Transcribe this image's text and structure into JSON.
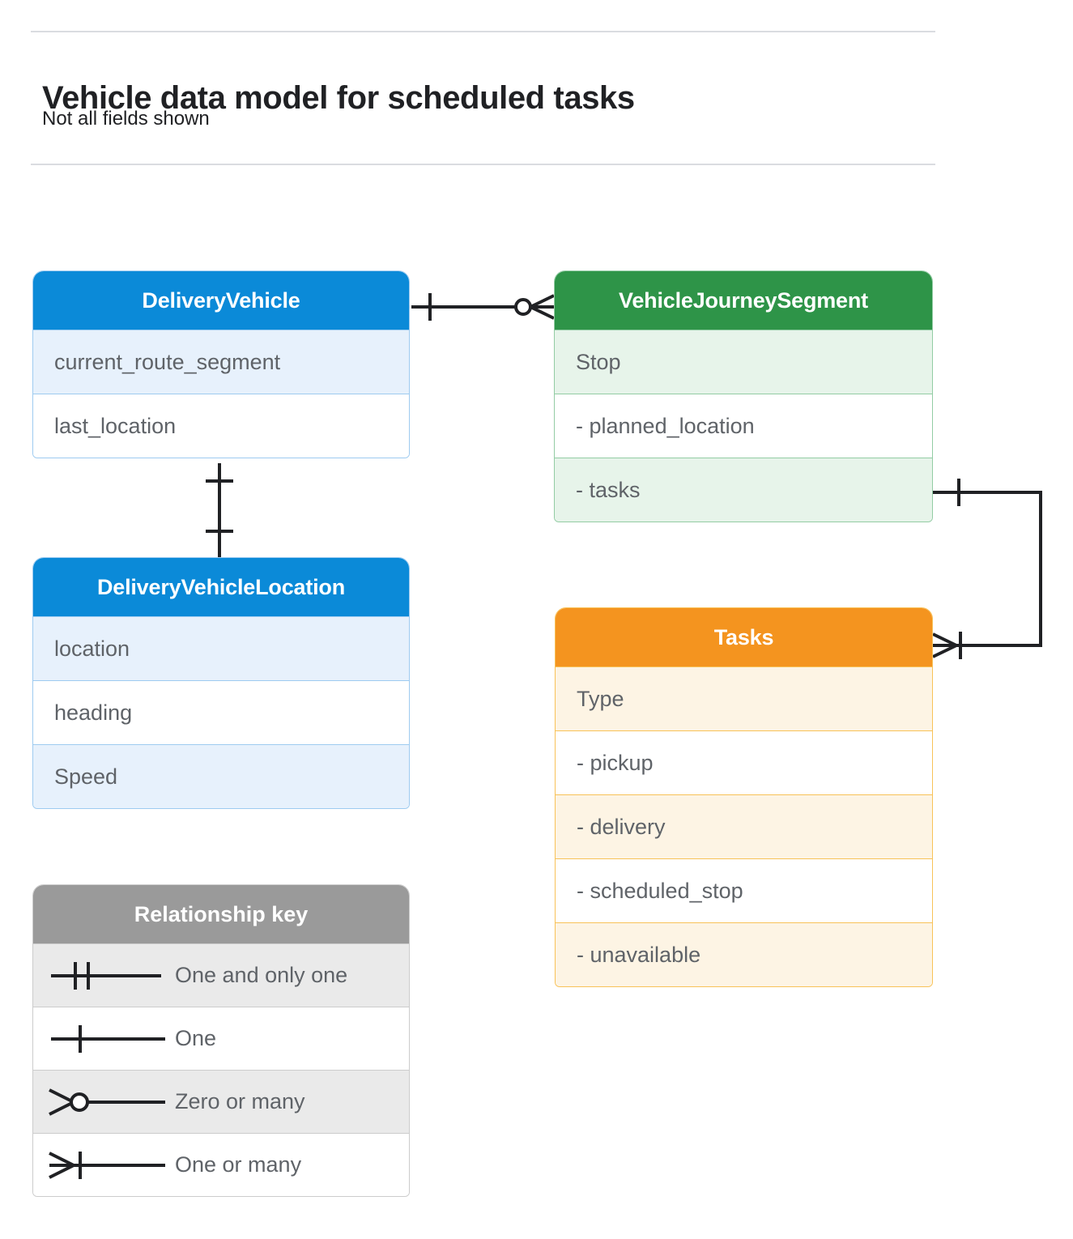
{
  "header": {
    "title": "Vehicle data model for scheduled tasks",
    "subtitle": "Not all fields shown"
  },
  "colors": {
    "blue_header": "#0b8ad8",
    "blue_row_alt": "#e7f1fc",
    "blue_border": "#9ecbf0",
    "green_header": "#2e9448",
    "green_row_alt": "#e7f4ea",
    "green_border": "#93cca4",
    "orange_header": "#f4941f",
    "orange_row_alt": "#fdf4e4",
    "orange_border": "#f8c258",
    "gray_header": "#9a9a9a",
    "gray_row_alt": "#eaeaea",
    "gray_border": "#cccccc",
    "text_muted": "#5f6368",
    "line": "#202124",
    "rule": "#dadce0"
  },
  "entities": {
    "delivery_vehicle": {
      "title": "DeliveryVehicle",
      "rows": [
        {
          "label": "current_route_segment"
        },
        {
          "label": "last_location"
        }
      ]
    },
    "vehicle_journey_segment": {
      "title": "VehicleJourneySegment",
      "rows": [
        {
          "label": "Stop"
        },
        {
          "label": "-  planned_location"
        },
        {
          "label": "- tasks"
        }
      ]
    },
    "delivery_vehicle_location": {
      "title": "DeliveryVehicleLocation",
      "rows": [
        {
          "label": "location"
        },
        {
          "label": "heading"
        },
        {
          "label": "Speed"
        }
      ]
    },
    "tasks": {
      "title": "Tasks",
      "rows": [
        {
          "label": "Type"
        },
        {
          "label": "-  pickup"
        },
        {
          "label": "-  delivery"
        },
        {
          "label": "-  scheduled_stop"
        },
        {
          "label": "-  unavailable"
        }
      ]
    }
  },
  "legend": {
    "title": "Relationship key",
    "items": [
      {
        "label": "One and only one",
        "symbol": "one-and-only-one-symbol"
      },
      {
        "label": "One",
        "symbol": "one-symbol"
      },
      {
        "label": "Zero or many",
        "symbol": "zero-or-many-symbol"
      },
      {
        "label": "One or many",
        "symbol": "one-or-many-symbol"
      }
    ]
  },
  "relationships": [
    {
      "name": "delivery-vehicle-to-journey-segment",
      "from": "DeliveryVehicle",
      "to": "VehicleJourneySegment",
      "from_cardinality": "One",
      "to_cardinality": "Zero or many"
    },
    {
      "name": "delivery-vehicle-to-vehicle-location",
      "from": "DeliveryVehicle",
      "to": "DeliveryVehicleLocation",
      "from_cardinality": "One",
      "to_cardinality": "One"
    },
    {
      "name": "journey-segment-tasks-to-tasks",
      "from": "VehicleJourneySegment.tasks",
      "to": "Tasks",
      "from_cardinality": "One",
      "to_cardinality": "One or many"
    }
  ]
}
